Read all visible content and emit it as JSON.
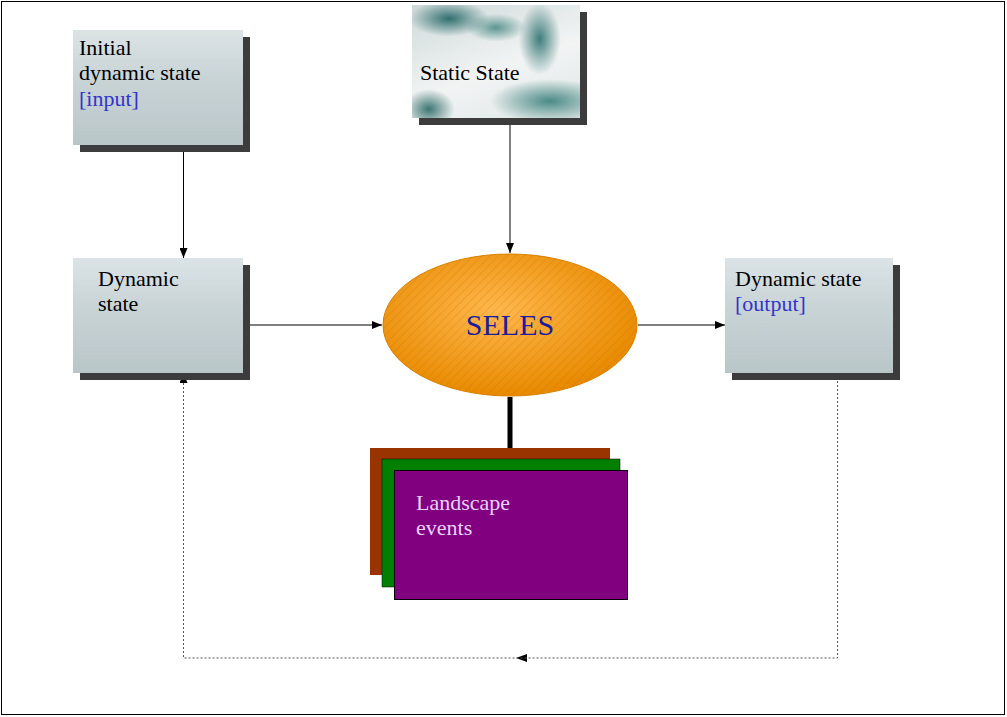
{
  "diagram": {
    "nodes": [
      {
        "text": [
          "Initial dynamic state",
          "[input]"
        ]
      },
      {
        "text": [
          "Static State"
        ]
      },
      {
        "text": [
          "Dynamic state"
        ]
      },
      {
        "text": [
          "SELES"
        ]
      },
      {
        "text": [
          "Dynamic state",
          "[output]"
        ]
      },
      {
        "text": [
          "Landscape events"
        ]
      }
    ],
    "edges": [
      {
        "from": 0,
        "to": 2,
        "arrow": "to"
      },
      {
        "from": 1,
        "to": 3,
        "arrow": "to"
      },
      {
        "from": 2,
        "to": 3,
        "arrow": "to"
      },
      {
        "from": 3,
        "to": 4,
        "arrow": "to"
      },
      {
        "from": 4,
        "to": 2,
        "arrow": "to"
      },
      {
        "from": 3,
        "to": 5,
        "arrow": "none"
      }
    ]
  }
}
